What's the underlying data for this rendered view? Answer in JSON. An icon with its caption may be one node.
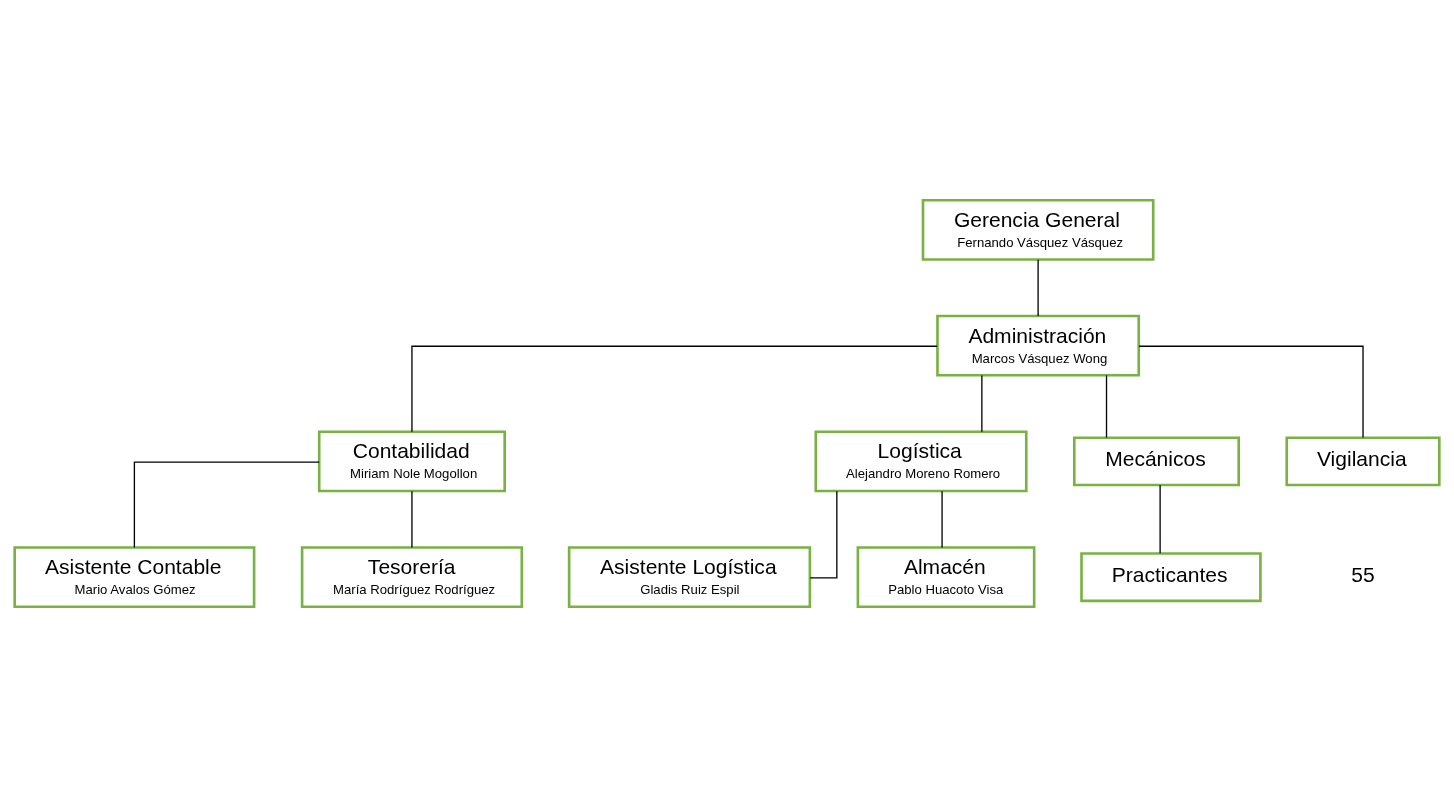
{
  "diagram": {
    "nodes": [
      {
        "text": [
          "Gerencia General",
          "Fernando Vásquez Vásquez"
        ]
      },
      {
        "text": [
          "Administración",
          "Marcos Vásquez Wong"
        ]
      },
      {
        "text": [
          "Contabilidad",
          "Miriam Nole Mogollon"
        ]
      },
      {
        "text": [
          "Logística",
          "Alejandro Moreno Romero"
        ]
      },
      {
        "text": [
          "Asistente Contable",
          "Mario Avalos Gómez"
        ]
      },
      {
        "text": [
          "Asistente Logística",
          "Gladis Ruiz Espil"
        ]
      },
      {
        "text": [
          "Tesorería",
          "María Rodríguez Rodríguez"
        ]
      },
      {
        "text": [
          "Almacén",
          "Pablo Huacoto Visa"
        ]
      },
      {
        "text": [
          "Mecánicos"
        ]
      },
      {
        "text": [
          "Vigilancia"
        ]
      },
      {
        "text": [
          "Practicantes"
        ]
      }
    ],
    "edges": [
      {
        "from": 0,
        "to": 1,
        "arrow": "none"
      },
      {
        "from": 1,
        "to": 2,
        "arrow": "none"
      },
      {
        "from": 1,
        "to": 3,
        "arrow": "none"
      },
      {
        "from": 1,
        "to": 8,
        "arrow": "none"
      },
      {
        "from": 1,
        "to": 9,
        "arrow": "none"
      },
      {
        "from": 2,
        "to": 4,
        "arrow": "none"
      },
      {
        "from": 2,
        "to": 6,
        "arrow": "none"
      },
      {
        "from": 3,
        "to": 5,
        "arrow": "none"
      },
      {
        "from": 3,
        "to": 7,
        "arrow": "none"
      },
      {
        "from": 8,
        "to": 10,
        "arrow": "none"
      }
    ],
    "labels": [
      "55"
    ]
  }
}
